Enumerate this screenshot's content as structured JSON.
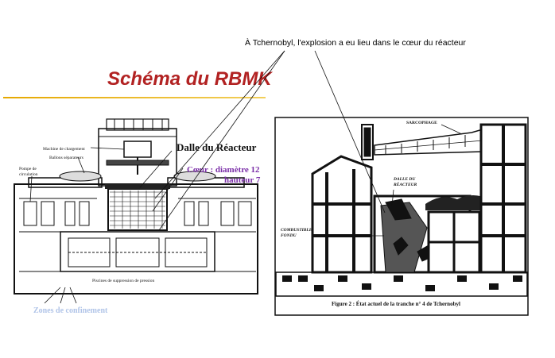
{
  "slide": {
    "caption": "À Tchernobyl, l'explosion a eu lieu dans le cœur du réacteur",
    "title": "Schéma du RBMK"
  },
  "left_diagram": {
    "labels": {
      "machine": "Machine de chargement",
      "ballons": "Ballons séparateurs",
      "pompe_line1": "Pompe de",
      "pompe_line2": "circulation",
      "dalle": "Dalle du Réacteur",
      "coeur_line1": "Cœur : diamètre 12",
      "coeur_line2": "hauteur    7",
      "piscine": "Piscines de suppression de pression",
      "zones": "Zones de confinement"
    },
    "colors": {
      "coeur": "#7b2fa8",
      "zones": "#b0c4e8",
      "ink": "#111111"
    }
  },
  "right_diagram": {
    "labels": {
      "sarcophage": "SARCOPHAGE",
      "dalle_line1": "DALLE DU",
      "dalle_line2": "RÉACTEUR",
      "combustible_line1": "COMBUSTIBLE",
      "combustible_line2": "FONDU",
      "figure": "Figure 2 : État actuel de la tranche n° 4 de Tchernobyl"
    },
    "colors": {
      "ink": "#111111"
    }
  }
}
